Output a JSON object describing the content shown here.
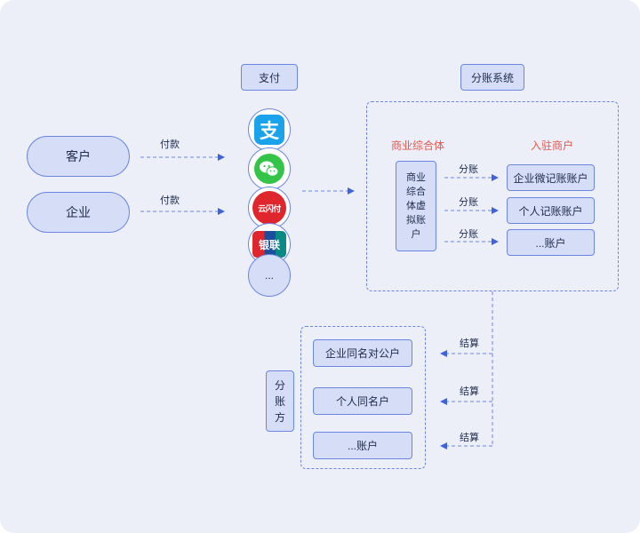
{
  "headers": {
    "pay": "支付",
    "split_system": "分账系统"
  },
  "payers": {
    "customer": "客户",
    "enterprise": "企业"
  },
  "edge_labels": {
    "pay1": "付款",
    "pay2": "付款",
    "split1": "分账",
    "split2": "分账",
    "split3": "分账",
    "settle1": "结算",
    "settle2": "结算",
    "settle3": "结算"
  },
  "payment_methods": [
    {
      "name": "alipay",
      "icon": "alipay-icon",
      "glyph": "支"
    },
    {
      "name": "wechat",
      "icon": "wechat-icon"
    },
    {
      "name": "unionpay-cloud",
      "icon": "cloud-quickpass-icon",
      "glyph": "云闪付"
    },
    {
      "name": "unionpay",
      "icon": "unionpay-icon",
      "glyph": "银联"
    },
    {
      "name": "more",
      "icon": "more-icon",
      "label": "..."
    }
  ],
  "split_system": {
    "entity_title": "商业综合体",
    "merchant_title": "入驻商户",
    "virtual_account": "商业综合体虚拟账户",
    "merchant_accounts": [
      "企业微记账账户",
      "个人记账账户",
      "...账户"
    ]
  },
  "receivers": {
    "title": "分账方",
    "accounts": [
      "企业同名对公户",
      "个人同名户",
      "...账户"
    ]
  },
  "colors": {
    "accent": "#6b86e2",
    "box_fill": "#d6def7",
    "red": "#e4574d",
    "bg": "#eceff8"
  }
}
